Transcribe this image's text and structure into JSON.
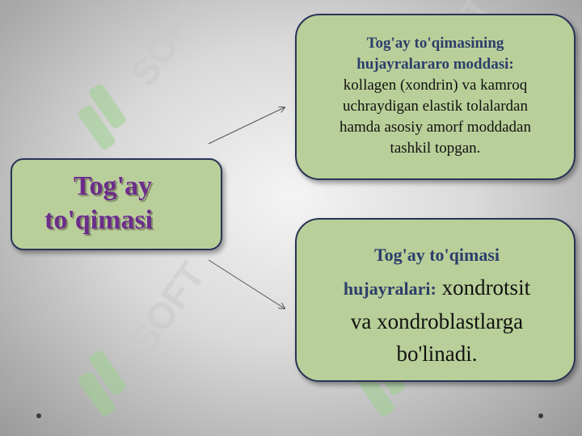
{
  "watermark": {
    "text": "SOFT"
  },
  "main": {
    "title_line1": "Tog'ay",
    "title_line2": "to'qimasi"
  },
  "top_box": {
    "heading_line1": "Tog'ay to'qimasining",
    "heading_line2": "hujayralararo moddasi:",
    "body_line1": "kollagen (xondrin) va kamroq",
    "body_line2": "uchraydigan elastik tolalardan",
    "body_line3": "hamda asosiy amorf moddadan",
    "body_line4": "tashkil topgan."
  },
  "bottom_box": {
    "heading_line1": "Tog'ay   to'qimasi",
    "heading_line2": "hujayralari",
    "colon": ":",
    "body_part1": " xondrotsit",
    "body_line2": "va xondroblastlarga",
    "body_line3": "bo'linadi."
  },
  "colors": {
    "box_fill": "#b9cf99",
    "box_border": "#2a3358",
    "title": "#6b2d8a",
    "heading": "#2c3e6b"
  }
}
